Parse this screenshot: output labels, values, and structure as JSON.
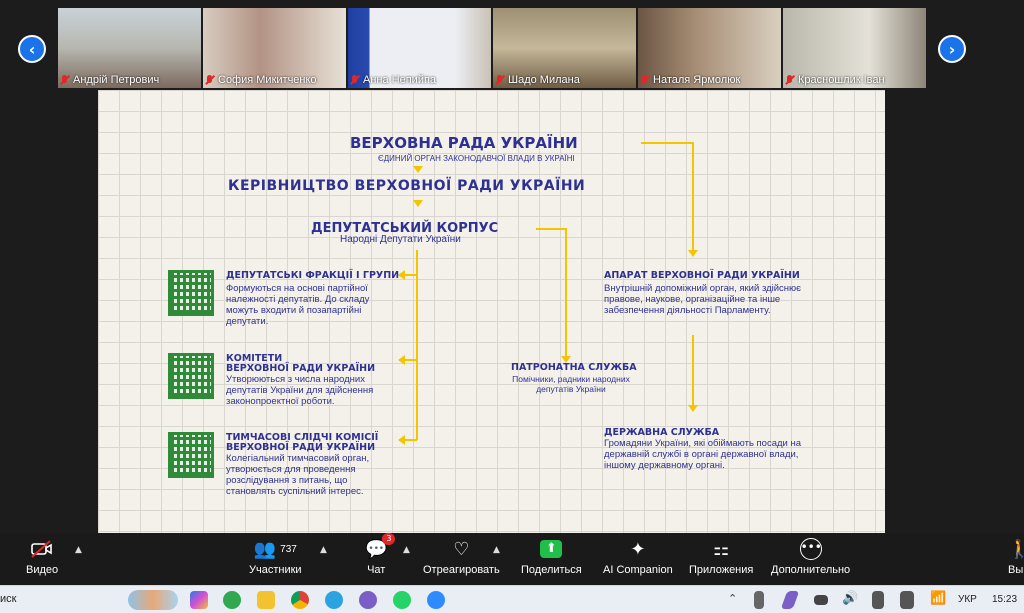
{
  "participants": [
    {
      "name": "Андрій Петрович"
    },
    {
      "name": "София Микитченко"
    },
    {
      "name": "Анна Непийпа"
    },
    {
      "name": "Шадо Милана"
    },
    {
      "name": "Наталя Ярмолюк"
    },
    {
      "name": "Красношлик Іван"
    }
  ],
  "slide": {
    "title": "ВЕРХОВНА РАДА УКРАЇНИ",
    "subtitle": "ЄДИНИЙ ОРГАН ЗАКОНОДАВЧОЇ ВЛАДИ В УКРАЇНІ",
    "leadership": "КЕРІВНИЦТВО ВЕРХОВНОЇ РАДИ УКРАЇНИ",
    "corps": "ДЕПУТАТСЬКИЙ КОРПУС",
    "corps_sub": "Народні Депутати України",
    "factions_title": "ДЕПУТАТСЬКІ ФРАКЦІЇ І ГРУПИ",
    "factions_text": "Формуються на основі партійної належності депутатів. До складу можуть входити й позапартійні депутати.",
    "committees_title1": "КОМІТЕТИ",
    "committees_title2": "ВЕРХОВНОЇ РАДИ УКРАЇНИ",
    "committees_text": "Утворюються з числа народних депутатів України для здійснення законопроектної роботи.",
    "commissions_title1": "ТИМЧАСОВІ СЛІДЧІ КОМІСІЇ",
    "commissions_title2": "ВЕРХОВНОЇ РАДИ УКРАЇНИ",
    "commissions_text": "Колегіальний тимчасовий орган, утворюється для проведення розслідування з питань, що становлять суспільний інтерес.",
    "patronage_title": "ПАТРОНАТНА СЛУЖБА",
    "patronage_text": "Помічники, радники народних депутатів України",
    "apparatus_title": "АПАРАТ ВЕРХОВНОЇ РАДИ УКРАЇНИ",
    "apparatus_text": "Внутрішній допоміжний орган, який здійснює правове, наукове, організаційне та інше забезпечення діяльності Парламенту.",
    "civil_title": "ДЕРЖАВНА СЛУЖБА",
    "civil_text": "Громадяни України, які обіймають посади на державній службі в органі державної влади, іншому державному органі."
  },
  "toolbar": {
    "video": "Видео",
    "participants": "Участники",
    "participants_count": "737",
    "chat": "Чат",
    "chat_badge": "3",
    "react": "Отреагировать",
    "share": "Поделиться",
    "ai": "AI Companion",
    "apps": "Приложения",
    "more": "Дополнительно",
    "exit": "Вы"
  },
  "taskbar": {
    "search": "иск",
    "lang": "УКР",
    "time": "15:23"
  },
  "colors": {
    "accent": "#1a73e8",
    "slide_text": "#2e3192",
    "arrow": "#f5c400",
    "share": "#1fbf4a"
  }
}
